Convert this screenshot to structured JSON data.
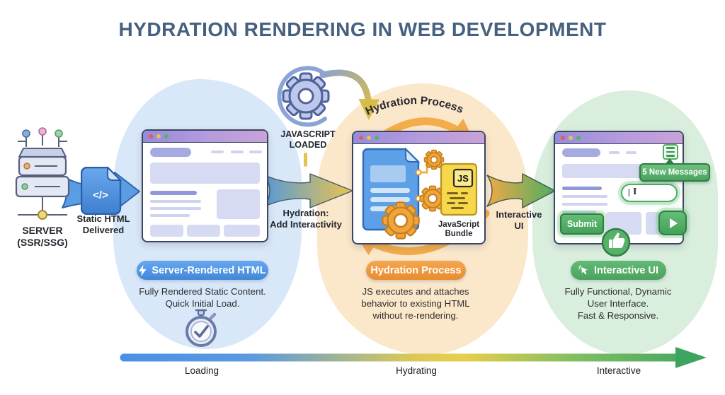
{
  "title": "HYDRATION RENDERING IN WEB DEVELOPMENT",
  "server": {
    "label_line1": "SERVER",
    "label_line2": "(SSR/SSG)",
    "file_icon_glyph": "</>",
    "file_label_line1": "Static HTML",
    "file_label_line2": "Delivered"
  },
  "javascript_loaded": {
    "line1": "JAVASCRIPT",
    "line2": "LOADED"
  },
  "hydration_cycle_label": "Hydration Process",
  "arrow_labels": {
    "hydration_line1": "Hydration:",
    "hydration_line2": "Add Interactivity",
    "interactive_line1": "Interactive",
    "interactive_line2": "UI"
  },
  "stage1": {
    "badge": "Server-Rendered HTML",
    "desc1": "Fully Rendered Static Content.",
    "desc2": "Quick Initial Load."
  },
  "stage2": {
    "badge": "Hydration Process",
    "desc1": "JS executes and attaches",
    "desc2": "behavior to existing HTML",
    "desc3": "without re-rendering."
  },
  "stage3": {
    "badge": "Interactive UI",
    "desc1": "Fully Functional, Dynamic",
    "desc2": "User Interface.",
    "desc3": "Fast & Responsive."
  },
  "middle_window": {
    "js_logo": "JS",
    "bundle_line1": "JavaScript",
    "bundle_line2": "Bundle"
  },
  "right_window": {
    "notification": "5 New Messages",
    "submit": "Submit"
  },
  "timeline": {
    "label1": "Loading",
    "label2": "Hydrating",
    "label3": "Interactive"
  },
  "colors": {
    "accent_blue": "#4d94e8",
    "accent_orange": "#f09a3e",
    "accent_green": "#57b269",
    "blob_blue": "#d8e8f8",
    "blob_orange": "#fbe7ca",
    "blob_green": "#d9eedd",
    "title_color": "#46617f"
  }
}
